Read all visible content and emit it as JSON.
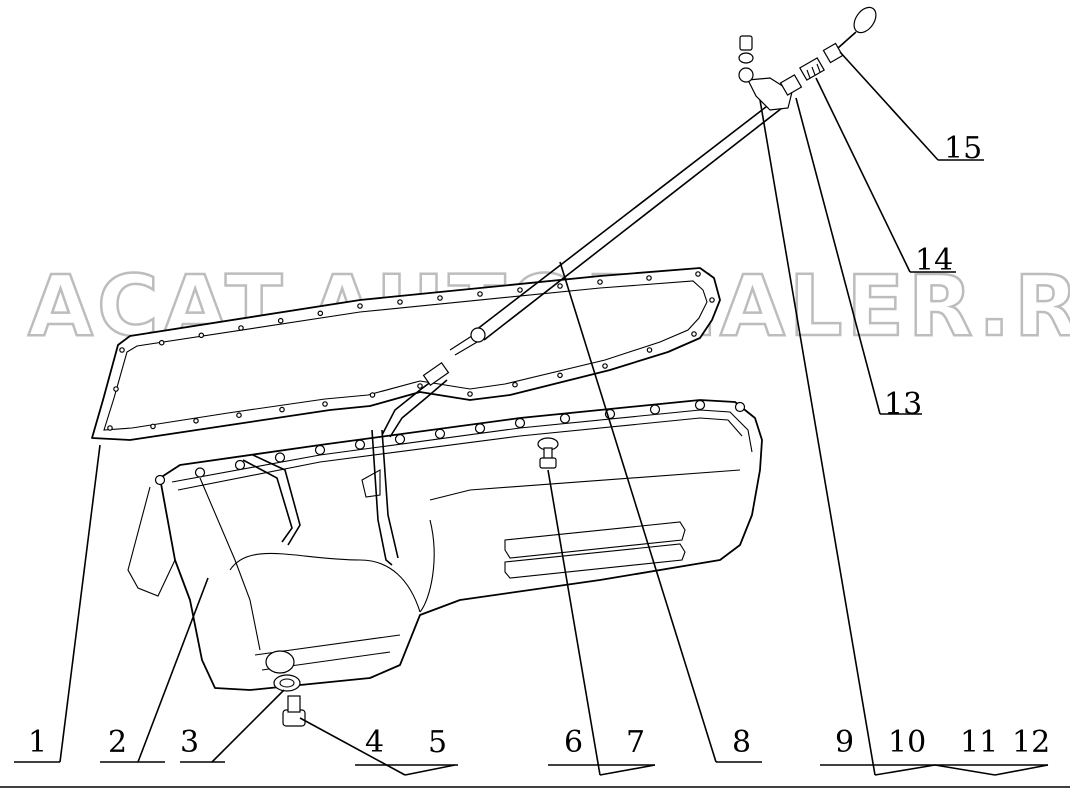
{
  "watermark": "ACAT.AUTODEALER.RU",
  "callouts": [
    {
      "id": "1",
      "text": "1"
    },
    {
      "id": "2",
      "text": "2"
    },
    {
      "id": "3",
      "text": "3"
    },
    {
      "id": "4",
      "text": "4"
    },
    {
      "id": "5",
      "text": "5"
    },
    {
      "id": "6",
      "text": "6"
    },
    {
      "id": "7",
      "text": "7"
    },
    {
      "id": "8",
      "text": "8"
    },
    {
      "id": "9",
      "text": "9"
    },
    {
      "id": "10",
      "text": "10"
    },
    {
      "id": "11",
      "text": "11"
    },
    {
      "id": "12",
      "text": "12"
    },
    {
      "id": "13",
      "text": "13"
    },
    {
      "id": "14",
      "text": "14"
    },
    {
      "id": "15",
      "text": "15"
    }
  ]
}
